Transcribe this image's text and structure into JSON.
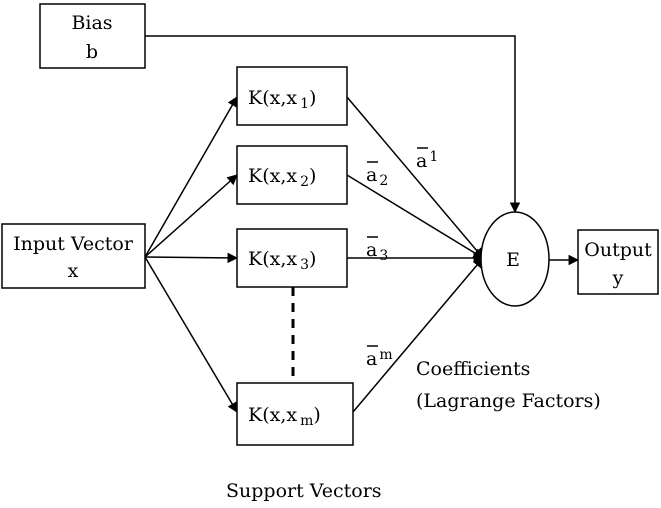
{
  "bias": {
    "line1": "Bias",
    "line2": "b"
  },
  "input": {
    "line1": "Input Vector",
    "line2": "x"
  },
  "kernels": [
    {
      "prefix": "K(x,x",
      "sub": "1",
      "suffix": ")"
    },
    {
      "prefix": "K(x,x",
      "sub": "2",
      "suffix": ")"
    },
    {
      "prefix": "K(x,x",
      "sub": "3",
      "suffix": ")"
    },
    {
      "prefix": "K(x,x",
      "sub": "m",
      "suffix": ")"
    }
  ],
  "weights": [
    {
      "base": "a",
      "sub": "1"
    },
    {
      "base": "a",
      "sub": "2"
    },
    {
      "base": "a",
      "sub": "3"
    },
    {
      "base": "a",
      "sub": "m"
    }
  ],
  "sum_node": "E",
  "output": {
    "line1": "Output",
    "line2": "y"
  },
  "coefficients": {
    "line1": "Coefficients",
    "line2": "(Lagrange Factors)"
  },
  "support_vectors": "Support Vectors"
}
